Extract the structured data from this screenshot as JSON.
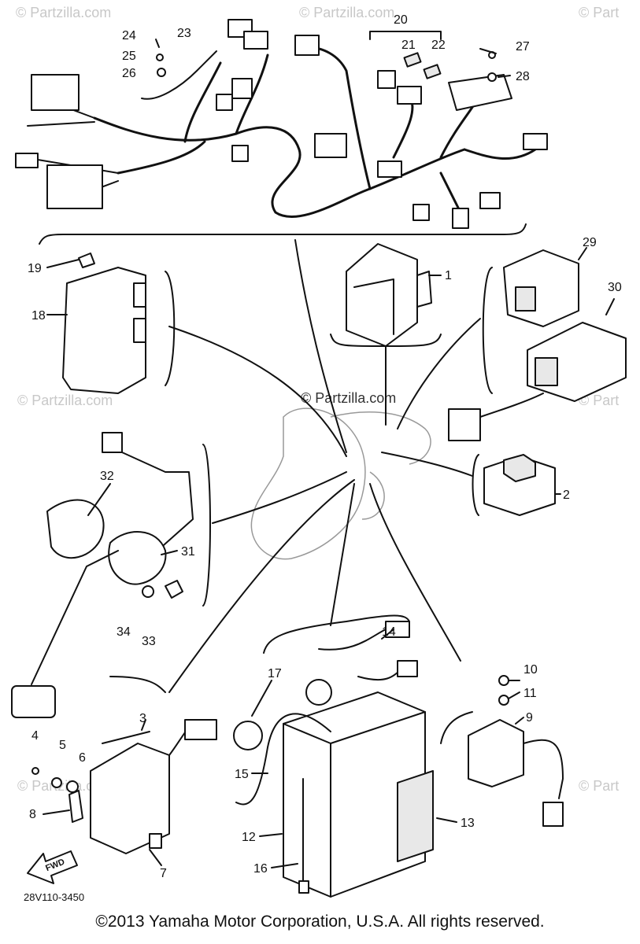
{
  "watermark": "© Partzilla.com",
  "watermark_partial": "© Part",
  "diagram_code": "28V110-3450",
  "fwd_label": "FWD",
  "copyright": "©2013  Yamaha Motor Corporation, U.S.A. All rights reserved.",
  "callouts": {
    "c1": "1",
    "c2": "2",
    "c3": "3",
    "c4": "4",
    "c5": "5",
    "c6": "6",
    "c7": "7",
    "c8": "8",
    "c9": "9",
    "c10": "10",
    "c11": "11",
    "c12": "12",
    "c13": "13",
    "c14": "14",
    "c15": "15",
    "c16": "16",
    "c17": "17",
    "c18": "18",
    "c19": "19",
    "c20": "20",
    "c21": "21",
    "c22": "22",
    "c23": "23",
    "c24": "24",
    "c25": "25",
    "c26": "26",
    "c27": "27",
    "c28": "28",
    "c29": "29",
    "c30": "30",
    "c31": "31",
    "c32": "32",
    "c33": "33",
    "c34": "34"
  }
}
